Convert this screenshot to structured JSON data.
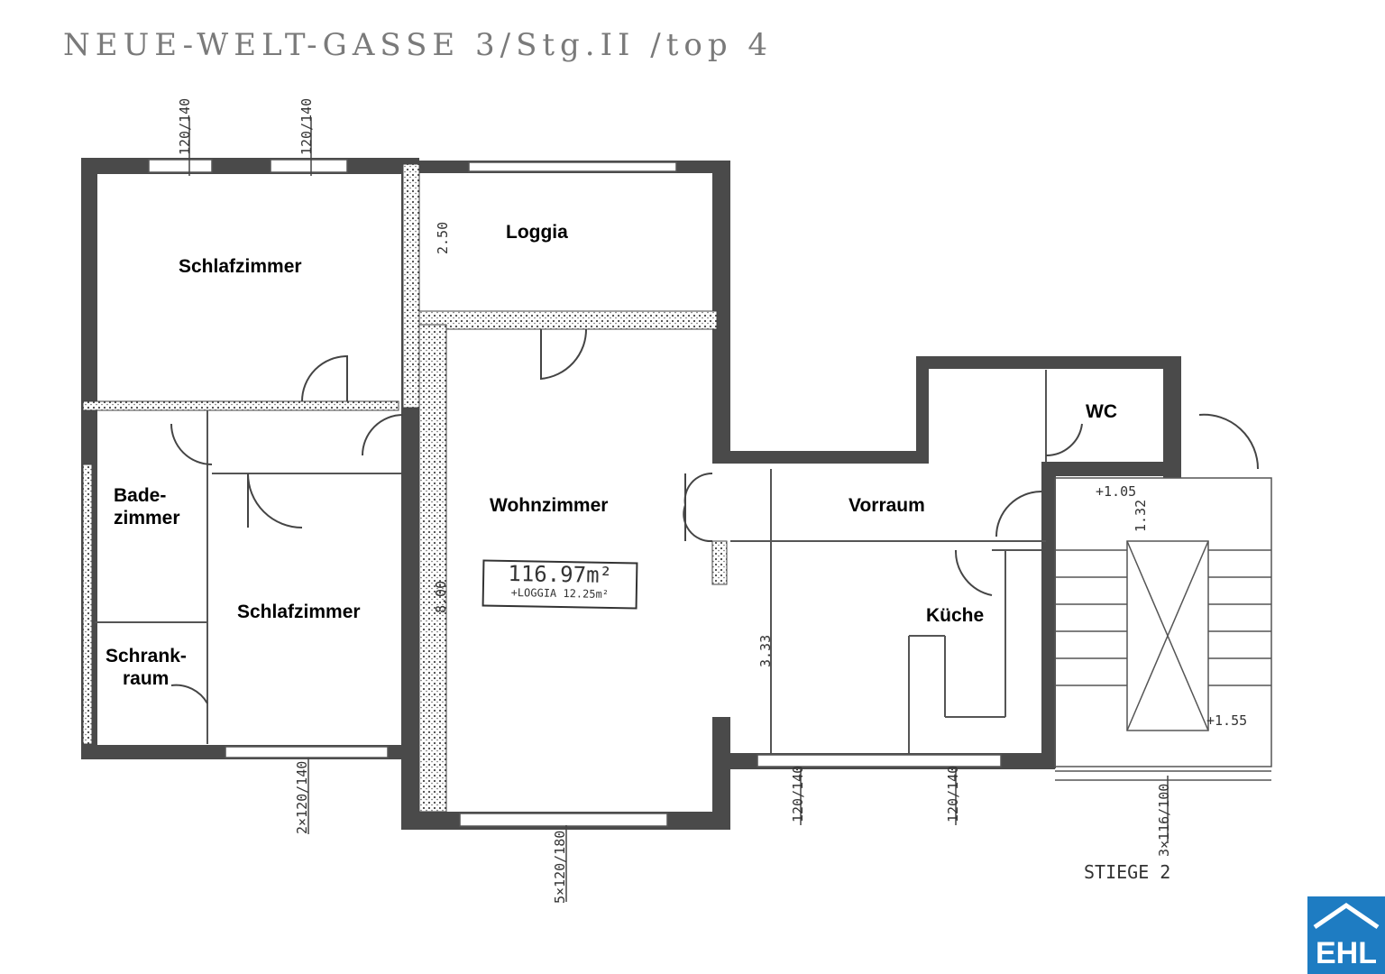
{
  "title": "NEUE-WELT-GASSE 3/Stg.II /top 4",
  "rooms": {
    "schlafzimmer_1": "Schlafzimmer",
    "loggia": "Loggia",
    "wc": "WC",
    "bade": "Bade-",
    "bade2": "zimmer",
    "wohnzimmer": "Wohnzimmer",
    "vorraum": "Vorraum",
    "schlafzimmer_2": "Schlafzimmer",
    "kueche": "Küche",
    "schrank": "Schrank-",
    "schrank2": "raum"
  },
  "area": {
    "main": "116.97m²",
    "loggia": "+LOGGIA 12.25m²"
  },
  "dimensions": {
    "win1": "120/140",
    "win2": "120/140",
    "loggia_depth": "2.50",
    "wohn_depth": "8.00",
    "kueche_depth": "3.33",
    "win_bottom_left": "2×120/140",
    "win_bottom_mid": "5×120/180",
    "win_bottom_r1": "120/140",
    "win_bottom_r2": "120/140",
    "win_stair": "3×116/100",
    "level1": "+1.05",
    "level2": "+1.55",
    "stair_w": "1.32"
  },
  "stiege": "STIEGE 2",
  "logo": "EHL",
  "colors": {
    "wall": "#4a4a4a",
    "line": "#555555",
    "logo_bg": "#1e7cc2"
  }
}
